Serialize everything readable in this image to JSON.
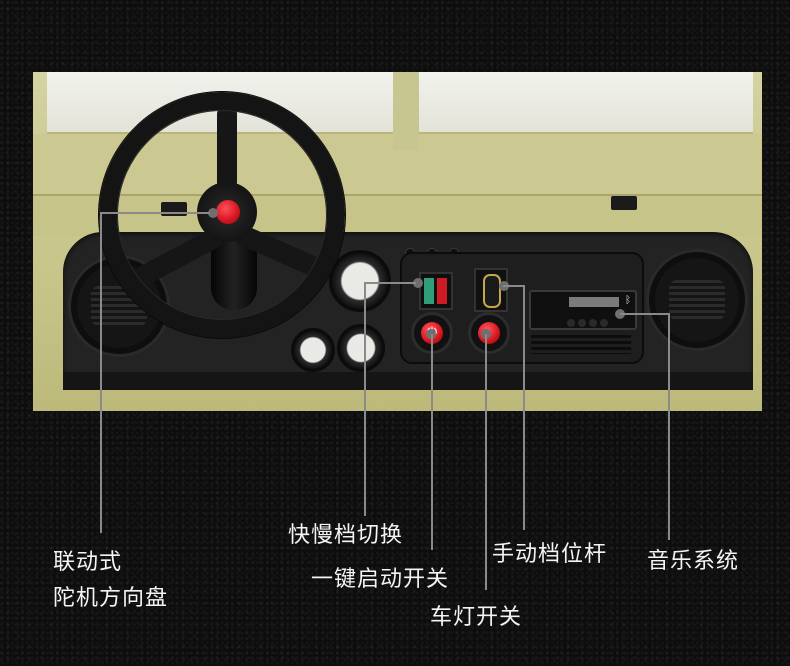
{
  "callouts": {
    "steering_wheel": {
      "line1": "联动式",
      "line2": "陀机方向盘"
    },
    "speed_switch": {
      "label": "快慢档切换"
    },
    "start_button": {
      "label": "一键启动开关"
    },
    "light_switch": {
      "label": "车灯开关"
    },
    "gear_lever": {
      "label": "手动档位杆"
    },
    "music_system": {
      "label": "音乐系统"
    }
  },
  "icons": {
    "power": "⏻",
    "bluetooth": "ᛒ"
  },
  "colors": {
    "background": "#0d0d0d",
    "callout_line": "#8a8a8a",
    "label_text": "#f4f4f4",
    "body_khaki": "#c9c88e",
    "button_red": "#d4141d",
    "switch_green": "#2f9e79"
  }
}
